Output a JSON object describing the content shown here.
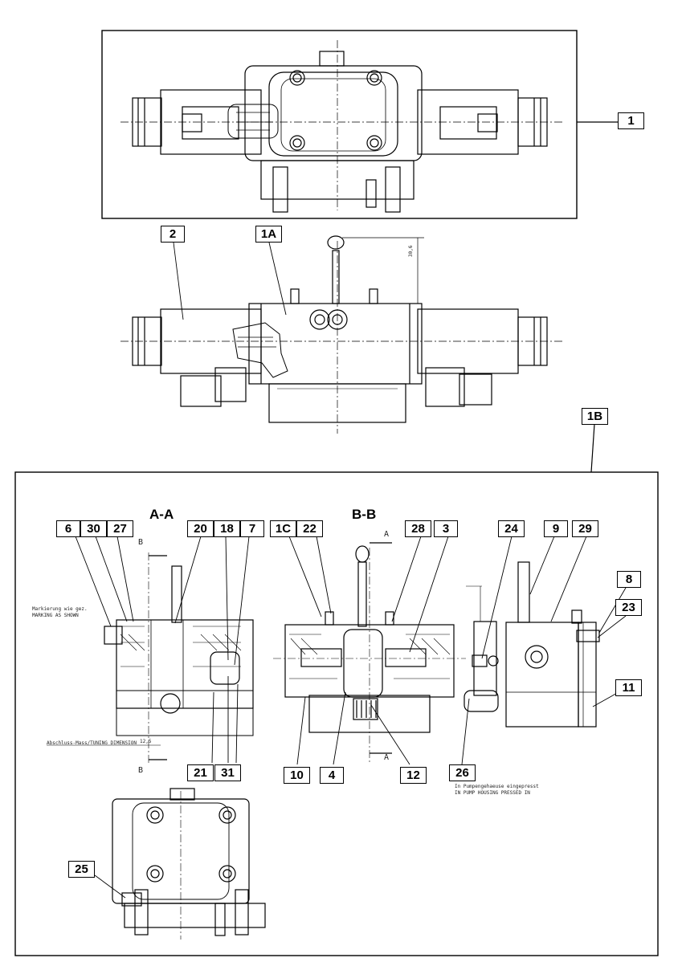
{
  "callouts": {
    "c1": "1",
    "c2": "2",
    "c1A": "1A",
    "c1B": "1B",
    "c6": "6",
    "c30": "30",
    "c27": "27",
    "c20": "20",
    "c18": "18",
    "c7": "7",
    "c1C": "1C",
    "c22": "22",
    "c28": "28",
    "c3": "3",
    "c24": "24",
    "c9": "9",
    "c29": "29",
    "c8": "8",
    "c23": "23",
    "c11": "11",
    "c21": "21",
    "c31": "31",
    "c10": "10",
    "c4": "4",
    "c12": "12",
    "c26": "26",
    "c25": "25"
  },
  "sections": {
    "aa": "A-A",
    "bb": "B-B"
  },
  "notes": {
    "marking_1": "Markierung wie gez.",
    "marking_2": "MARKING AS SHOWN",
    "einbau": "Abschluss-Mass/TUNING DIMENSION",
    "pump_1": "In Pumpengehaeuse eingepresst",
    "pump_2": "IN PUMP HOUSING PRESSED IN",
    "dim_1": "30,6",
    "dim_2": "12,5"
  },
  "section_marks": {
    "a": "A",
    "b": "B"
  }
}
